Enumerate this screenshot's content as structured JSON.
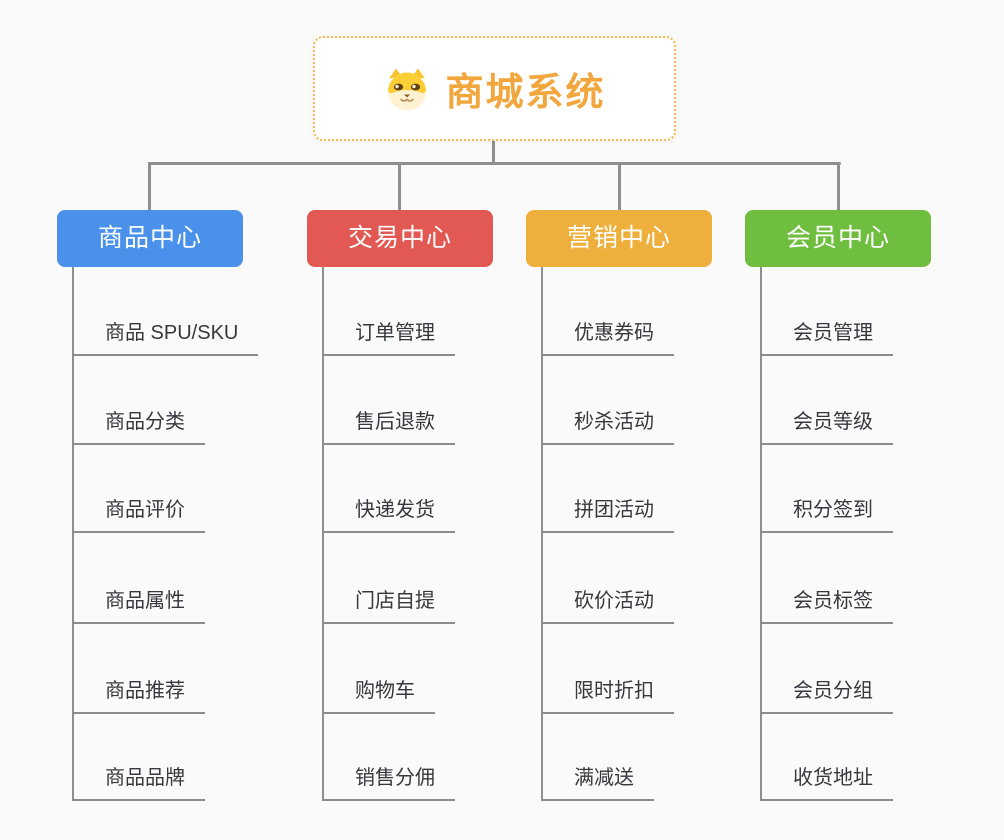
{
  "root": {
    "title": "商城系统",
    "icon": "dog-face-icon",
    "text_color": "#f1a73d",
    "border_color": "#f4b84e"
  },
  "branches": [
    {
      "label": "商品中心",
      "color": "#4a91ec",
      "items": [
        "商品 SPU/SKU",
        "商品分类",
        "商品评价",
        "商品属性",
        "商品推荐",
        "商品品牌"
      ]
    },
    {
      "label": "交易中心",
      "color": "#e25852",
      "items": [
        "订单管理",
        "售后退款",
        "快递发货",
        "门店自提",
        "购物车",
        "销售分佣"
      ]
    },
    {
      "label": "营销中心",
      "color": "#eeaf3c",
      "items": [
        "优惠券码",
        "秒杀活动",
        "拼团活动",
        "砍价活动",
        "限时折扣",
        "满减送"
      ]
    },
    {
      "label": "会员中心",
      "color": "#70be3f",
      "items": [
        "会员管理",
        "会员等级",
        "积分签到",
        "会员标签",
        "会员分组",
        "收货地址"
      ]
    }
  ],
  "colors": {
    "background": "#fafafa",
    "connector": "#8f8f8f",
    "leaf_text": "#35383d"
  }
}
